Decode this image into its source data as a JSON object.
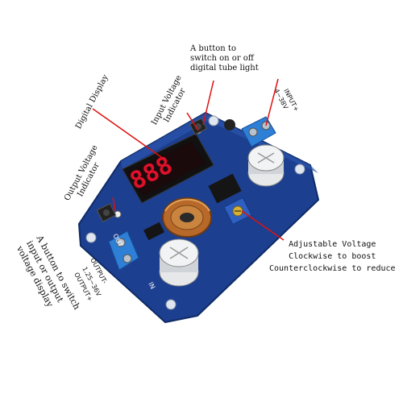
{
  "photo": {
    "board_color": "#1c3f8f",
    "display_color": "#e0102a",
    "leader_color": "#e01010",
    "display_digits": "888"
  },
  "labels": {
    "button_top": [
      "A button to",
      "switch on or off",
      "digital tube light"
    ],
    "digital_display": "Digital Display",
    "input_indicator": [
      "Input Voltage",
      "Indicator"
    ],
    "output_indicator": [
      "Output Voltage",
      "Indicator"
    ],
    "switch_note": [
      "A button to switch",
      "input or output",
      "voltage display"
    ],
    "adjust": [
      "Adjustable Voltage",
      "Clockwise to boost",
      "Counterclockwise to reduce"
    ]
  },
  "silkscreen": {
    "in_neg": "INPUT-",
    "in_range": "4~38V",
    "in_pos": "INPUT+",
    "out_neg": "OUTPUT-",
    "out_range": "1.25~36V",
    "out_pos": "OUTPUT+",
    "out_tag": "OUT",
    "in_tag": "IN"
  }
}
